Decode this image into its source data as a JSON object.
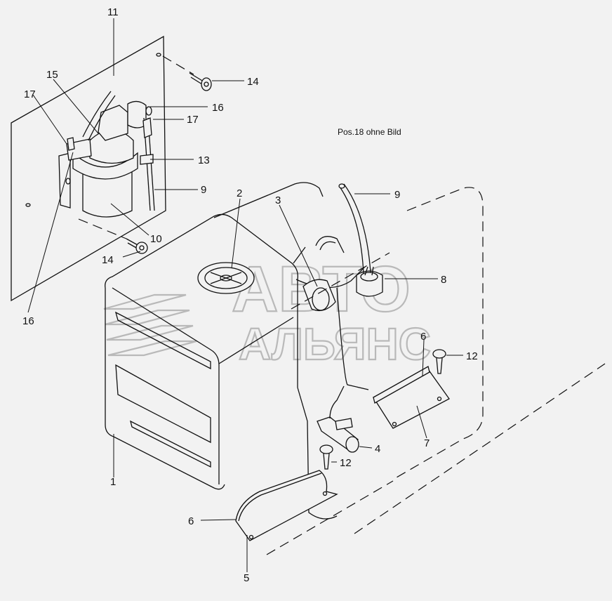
{
  "note": "Pos.18 ohne Bild",
  "watermark": {
    "line1": "АВТО",
    "line2": "АЛЬЯНС"
  },
  "callouts": {
    "c11": "11",
    "c15": "15",
    "c17a": "17",
    "c14a": "14",
    "c16a": "16",
    "c17b": "17",
    "c13": "13",
    "c9a": "9",
    "c10": "10",
    "c14b": "14",
    "c16b": "16",
    "c2": "2",
    "c3": "3",
    "c9b": "9",
    "c8": "8",
    "c6a": "6",
    "c12a": "12",
    "c7": "7",
    "c4": "4",
    "c12b": "12",
    "c1": "1",
    "c6b": "6",
    "c5": "5"
  },
  "colors": {
    "background": "#f2f2f2",
    "line": "#111111",
    "watermark": "#b9b9b9"
  }
}
